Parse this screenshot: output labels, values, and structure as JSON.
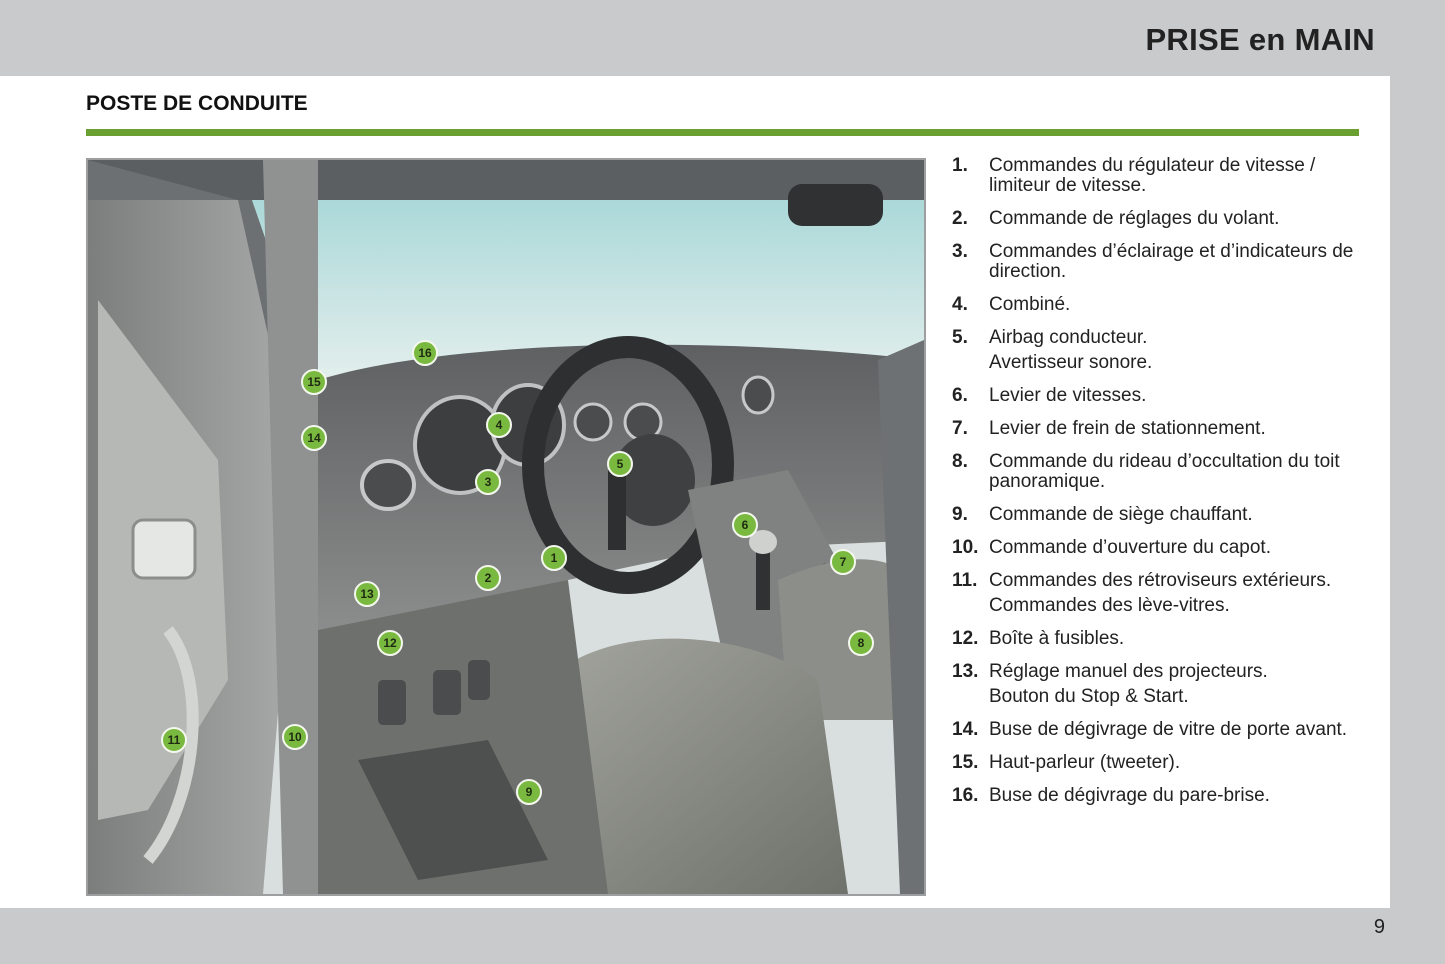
{
  "header": {
    "title": "PRISE en MAIN"
  },
  "section": {
    "title": "POSTE DE CONDUITE"
  },
  "callouts": [
    "1",
    "2",
    "3",
    "4",
    "5",
    "6",
    "7",
    "8",
    "9",
    "10",
    "11",
    "12",
    "13",
    "14",
    "15",
    "16"
  ],
  "legend": [
    {
      "num": "1.",
      "text": "Commandes du régulateur de vitesse / limiteur de vitesse."
    },
    {
      "num": "2.",
      "text": "Commande de réglages du volant."
    },
    {
      "num": "3.",
      "text": "Commandes d’éclairage et d’indicateurs de direction."
    },
    {
      "num": "4.",
      "text": "Combiné."
    },
    {
      "num": "5.",
      "text": "Airbag conducteur.",
      "sub": "Avertisseur sonore."
    },
    {
      "num": "6.",
      "text": "Levier de vitesses."
    },
    {
      "num": "7.",
      "text": "Levier de frein de stationnement."
    },
    {
      "num": "8.",
      "text": "Commande du rideau d’occultation du toit panoramique."
    },
    {
      "num": "9.",
      "text": "Commande de siège chauffant."
    },
    {
      "num": "10.",
      "text": "Commande d’ouverture du capot."
    },
    {
      "num": "11.",
      "text": "Commandes des rétroviseurs extérieurs.",
      "sub": "Commandes des lève-vitres."
    },
    {
      "num": "12.",
      "text": "Boîte à fusibles."
    },
    {
      "num": "13.",
      "text": "Réglage manuel des projecteurs.",
      "sub": "Bouton du Stop & Start."
    },
    {
      "num": "14.",
      "text": "Buse de dégivrage de vitre de porte avant."
    },
    {
      "num": "15.",
      "text": "Haut-parleur (tweeter)."
    },
    {
      "num": "16.",
      "text": "Buse de dégivrage du pare-brise."
    }
  ],
  "page_number": "9",
  "colors": {
    "accent_green": "#6aa032",
    "callout_green": "#7ab940",
    "page_gray": "#c9cacc"
  }
}
